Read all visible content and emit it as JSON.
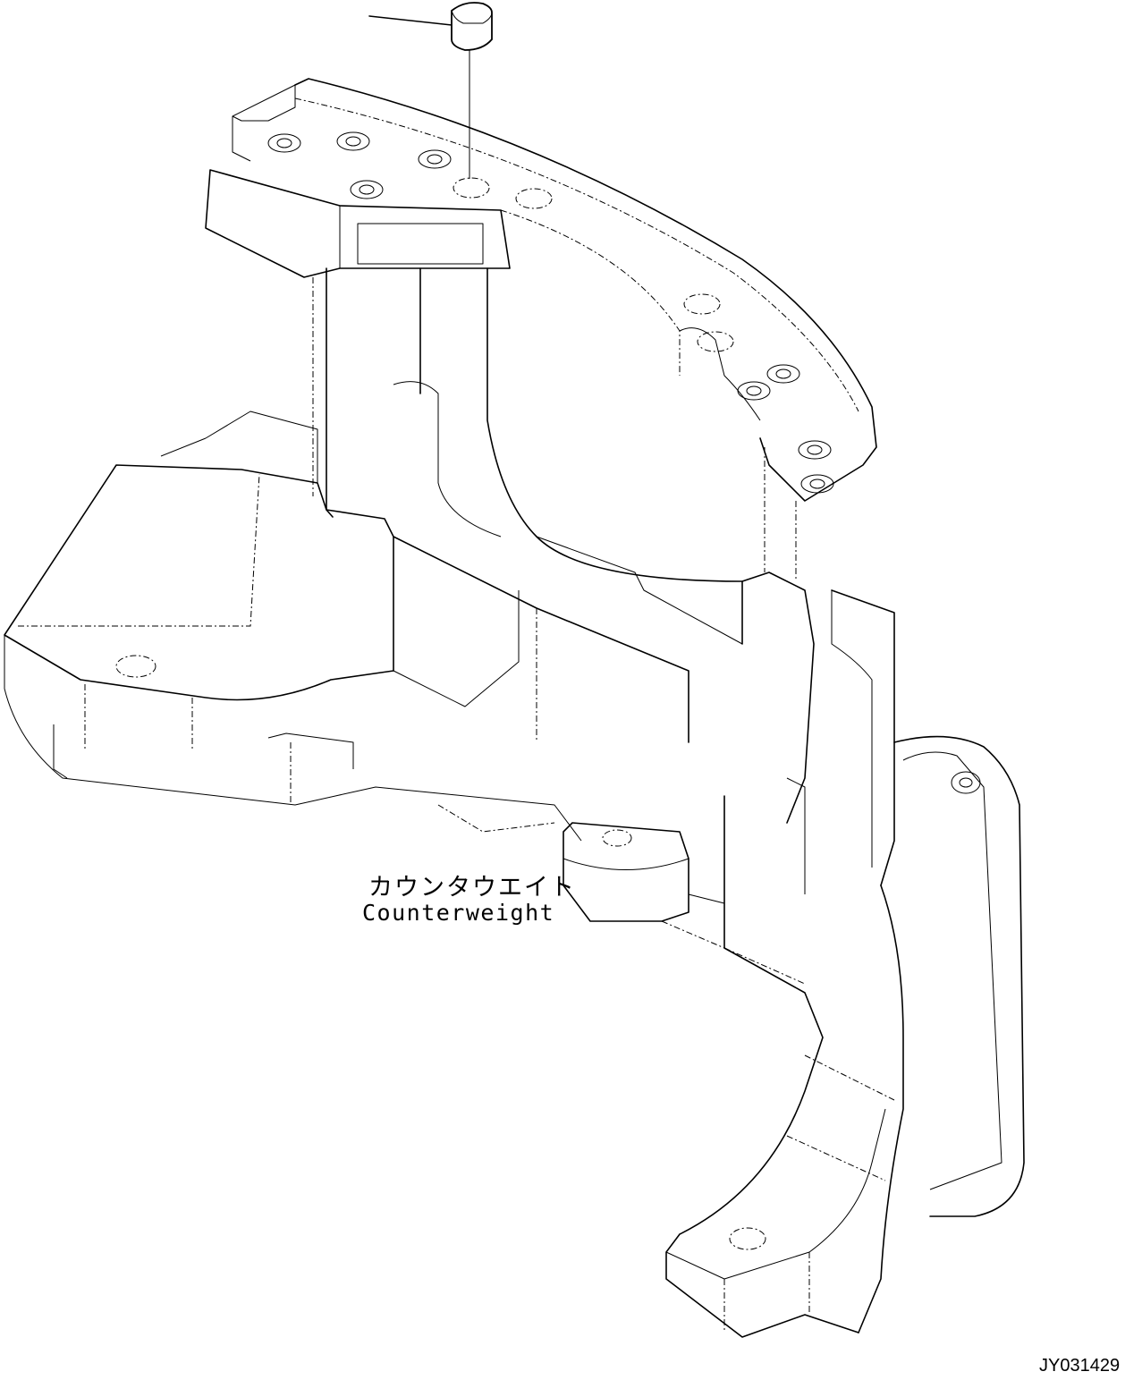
{
  "diagram": {
    "type": "exploded parts illustration",
    "part_label": {
      "japanese": "カウンタウエイト",
      "english": "Counterweight"
    },
    "figure_id": "JY031429",
    "callout": {
      "part": "plug / cap",
      "leader_to": "mounting hole on top plate"
    }
  }
}
